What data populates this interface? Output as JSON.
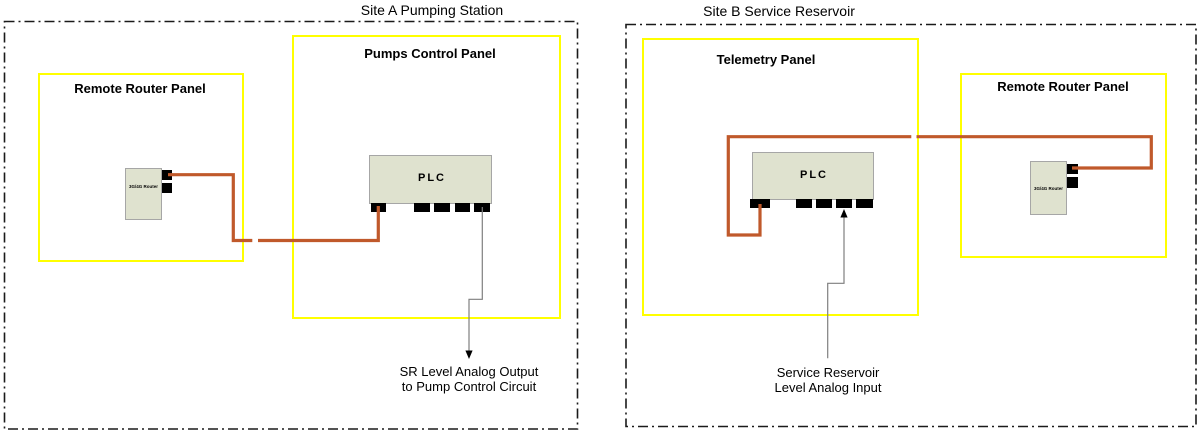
{
  "diagram": {
    "site_a": {
      "title": "Site A Pumping Station",
      "router_panel_title": "Remote Router Panel",
      "pumps_panel_title": "Pumps Control Panel",
      "plc_label": "PLC",
      "router_label": "3G/4G Router",
      "annotation": {
        "line1": "SR Level Analog Output",
        "line2": "to Pump Control Circuit"
      }
    },
    "site_b": {
      "title": "Site B Service Reservoir",
      "telemetry_panel_title": "Telemetry Panel",
      "router_panel_title": "Remote Router Panel",
      "plc_label": "PLC",
      "router_label": "3G/4G Router",
      "annotation": {
        "line1": "Service Reservoir",
        "line2": "Level Analog Input"
      }
    },
    "colors": {
      "panel_border": "#FFFF00",
      "wire": "#C0592B",
      "device_fill": "#DFE2CF",
      "device_border": "#A6A6A6",
      "signal_line": "#7F7F7F",
      "site_border": "#1A1A1A"
    }
  }
}
